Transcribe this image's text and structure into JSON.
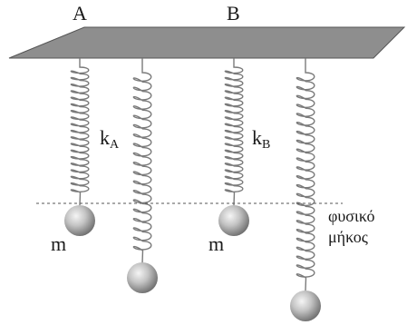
{
  "labels": {
    "spring_a": "A",
    "spring_b": "B",
    "k_a_main": "k",
    "k_a_sub": "A",
    "k_b_main": "k",
    "k_b_sub": "B",
    "mass_a": "m",
    "mass_b": "m",
    "natural_length_line1": "φυσικό",
    "natural_length_line2": "μήκος"
  },
  "colors": {
    "ceiling": "#8c8c8c",
    "spring": "#7a7a7a",
    "mass_light": "#f2f2f2",
    "mass_dark": "#6e6e6e",
    "text": "#1a1a1a"
  }
}
